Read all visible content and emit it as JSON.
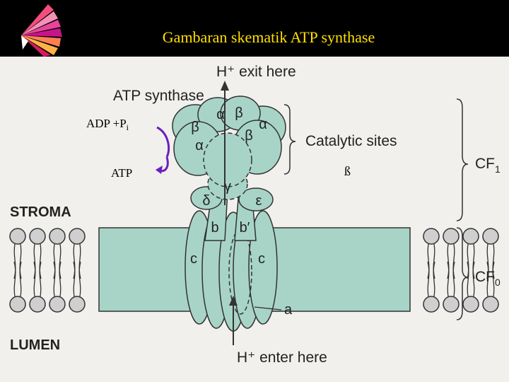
{
  "slide": {
    "title": "Gambaran skematik ATP synthase",
    "annotations": {
      "adp": "ADP +P",
      "adp_sub": "i",
      "atp": "ATP",
      "beta": "ß"
    }
  },
  "diagram": {
    "h_exit": "H⁺ exit here",
    "h_enter": "H⁺ enter here",
    "atp_synthase": "ATP synthase",
    "catalytic_sites": "Catalytic sites",
    "cf1": "CF",
    "cf1_sub": "1",
    "cf0": "CF",
    "cf0_sub": "0",
    "stroma": "STROMA",
    "lumen": "LUMEN",
    "subunits": {
      "alpha": "α",
      "beta": "β",
      "gamma": "γ",
      "delta": "δ",
      "epsilon": "ε",
      "b": "b",
      "b_prime": "b′",
      "c": "c",
      "a": "a"
    }
  },
  "colors": {
    "header_bg": "#000000",
    "title": "#ffe000",
    "protein_fill": "#a8d4c8",
    "arrow_purple": "#6a1fc0",
    "background": "#f1f0ec"
  }
}
